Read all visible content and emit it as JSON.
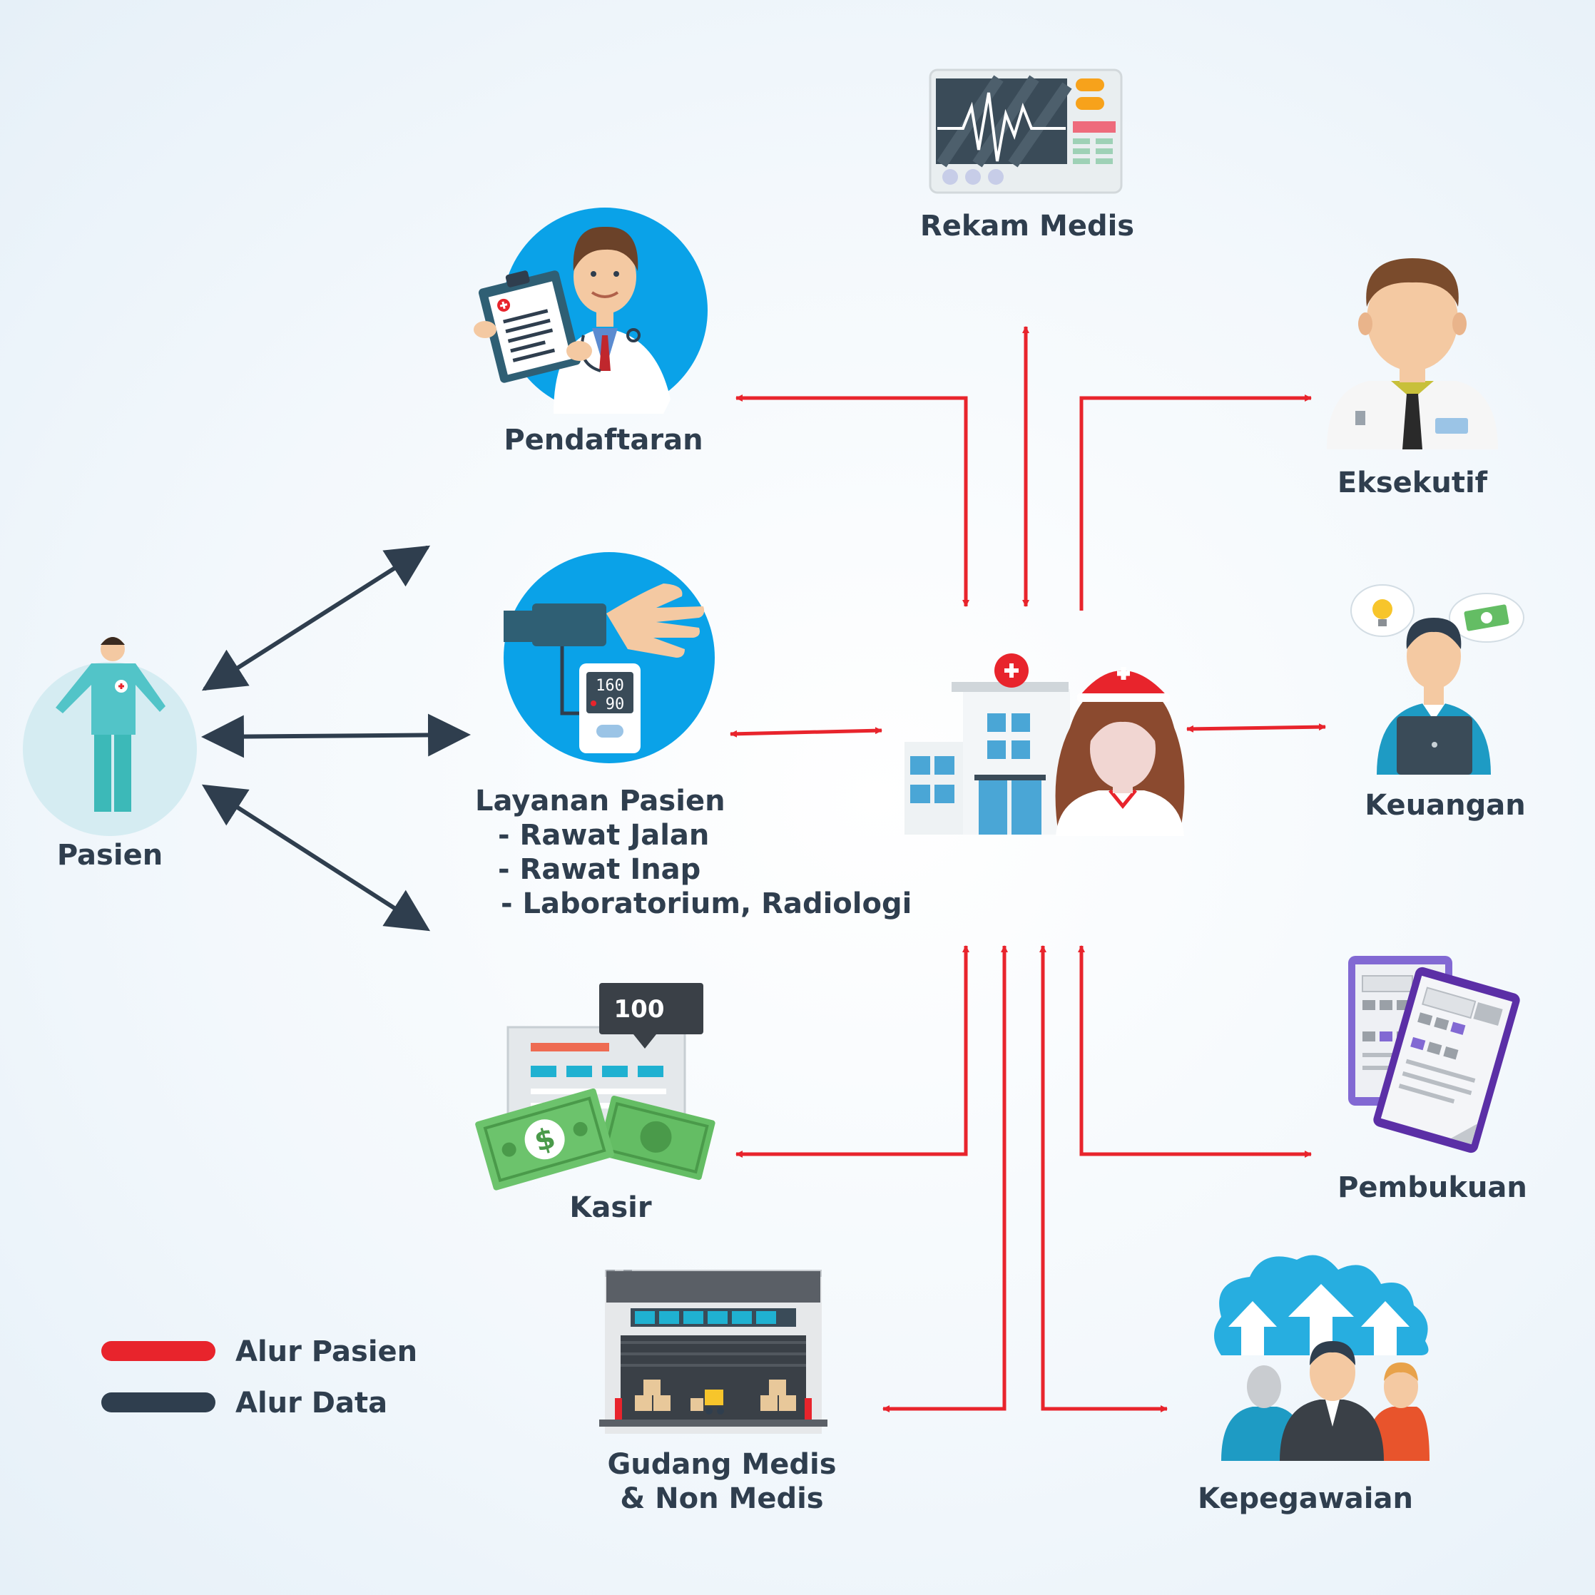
{
  "nodes": {
    "rekam_medis": {
      "label": "Rekam Medis"
    },
    "pendaftaran": {
      "label": "Pendaftaran"
    },
    "eksekutif": {
      "label": "Eksekutif"
    },
    "pasien": {
      "label": "Pasien"
    },
    "layanan_pasien": {
      "label": "Layanan Pasien",
      "sub_items": [
        "- Rawat Jalan",
        "- Rawat Inap",
        "- Laboratorium, Radiologi"
      ]
    },
    "keuangan": {
      "label": "Keuangan"
    },
    "kasir": {
      "label": "Kasir",
      "badge": "100"
    },
    "pembukuan": {
      "label": "Pembukuan"
    },
    "gudang": {
      "label_line1": "Gudang Medis",
      "label_line2": "& Non Medis"
    },
    "kepegawaian": {
      "label": "Kepegawaian"
    },
    "hospital_center": {
      "monitor_top": "160",
      "monitor_bottom": "90"
    }
  },
  "legend": {
    "items": [
      {
        "label": "Alur Pasien",
        "color": "#e8242c"
      },
      {
        "label": "Alur Data",
        "color": "#2f3e4e"
      }
    ]
  },
  "colors": {
    "red_arrow": "#e8242c",
    "dark_arrow": "#2f3e4e",
    "blue_circle": "#0aa2e8",
    "text": "#2f3e4e"
  },
  "icons": [
    "patient-icon",
    "doctor-clipboard-icon",
    "blood-pressure-icon",
    "heart-monitor-icon",
    "executive-icon",
    "hospital-nurse-icon",
    "finance-laptop-icon",
    "cashier-money-icon",
    "documents-icon",
    "warehouse-icon",
    "staff-cloud-icon"
  ]
}
